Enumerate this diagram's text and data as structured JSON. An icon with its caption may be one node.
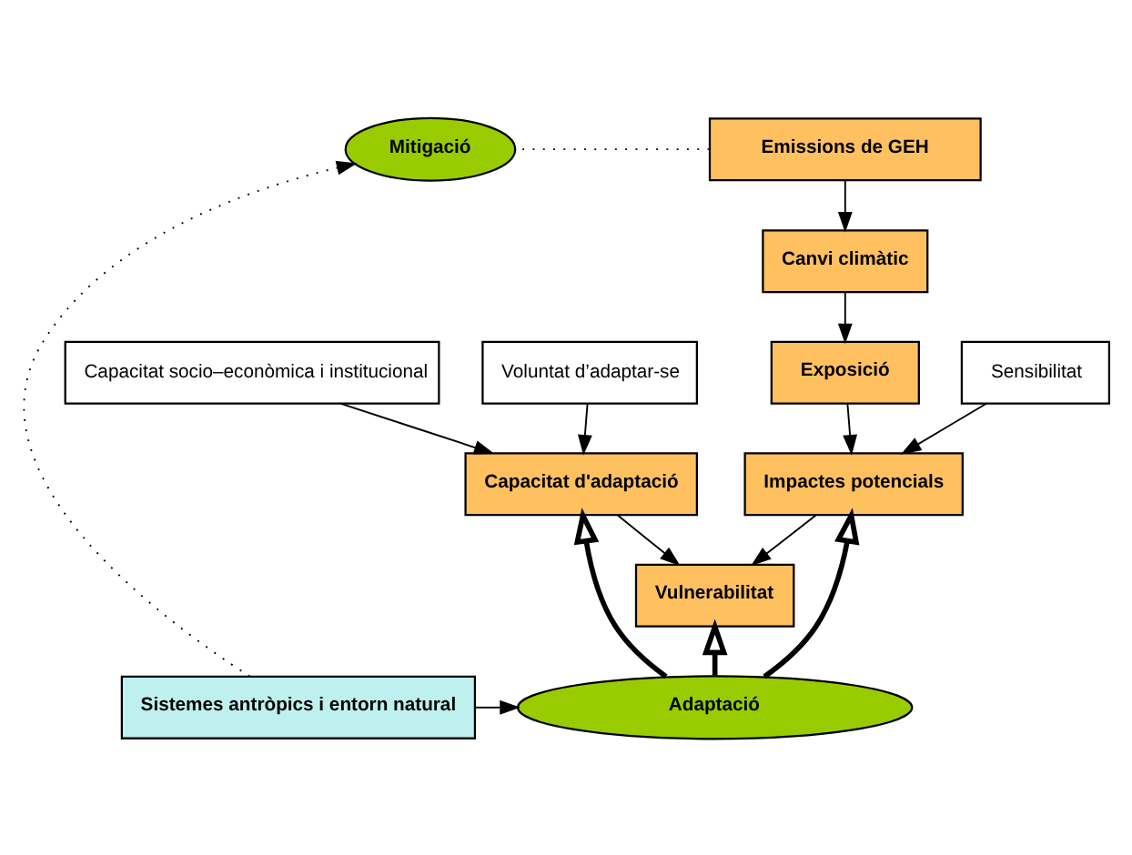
{
  "diagram": {
    "nodes": [
      {
        "text": [
          "Mitigació"
        ]
      },
      {
        "text": [
          "Emissions de GEH"
        ]
      },
      {
        "text": [
          "Canvi climàtic"
        ]
      },
      {
        "text": [
          "Exposició"
        ]
      },
      {
        "text": [
          "Sensibilitat"
        ]
      },
      {
        "text": [
          "Capacitat socio–econòmica i institucional"
        ]
      },
      {
        "text": [
          "Voluntat d’adaptar-se"
        ]
      },
      {
        "text": [
          "Impactes potencials"
        ]
      },
      {
        "text": [
          "Capacitat d'adaptació"
        ]
      },
      {
        "text": [
          "Vulnerabilitat"
        ]
      },
      {
        "text": [
          "Sistemes antròpics i entorn natural"
        ]
      },
      {
        "text": [
          "Adaptació"
        ]
      }
    ],
    "edges": [
      {
        "from": 1,
        "to": 0,
        "arrow": "none",
        "style": "dashed"
      },
      {
        "from": 1,
        "to": 2,
        "arrow": "to"
      },
      {
        "from": 2,
        "to": 3,
        "arrow": "to"
      },
      {
        "from": 3,
        "to": 7,
        "arrow": "to"
      },
      {
        "from": 4,
        "to": 7,
        "arrow": "to"
      },
      {
        "from": 5,
        "to": 8,
        "arrow": "to"
      },
      {
        "from": 6,
        "to": 8,
        "arrow": "to"
      },
      {
        "from": 7,
        "to": 9,
        "arrow": "to"
      },
      {
        "from": 8,
        "to": 9,
        "arrow": "to"
      },
      {
        "from": 10,
        "to": 0,
        "arrow": "to",
        "style": "dashed"
      },
      {
        "from": 10,
        "to": 11,
        "arrow": "to"
      },
      {
        "from": 11,
        "to": 7,
        "arrow": "to",
        "style": "thick"
      },
      {
        "from": 11,
        "to": 9,
        "arrow": "to",
        "style": "thick"
      },
      {
        "from": 11,
        "to": 8,
        "arrow": "to",
        "style": "thick"
      }
    ]
  }
}
